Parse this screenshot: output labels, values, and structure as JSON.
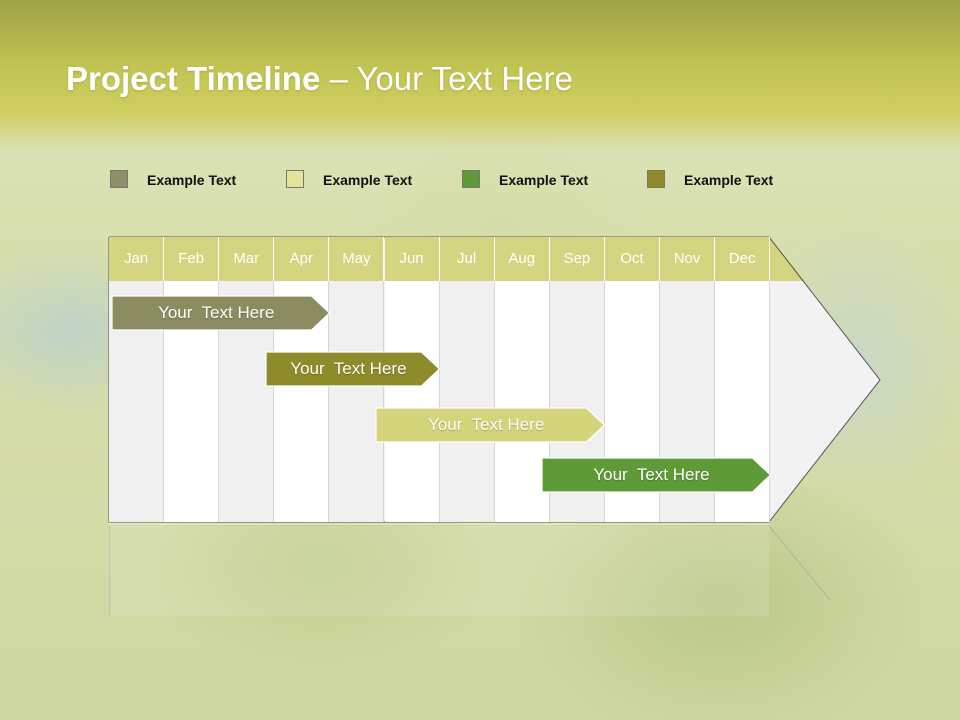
{
  "slide": {
    "title_main": "Project Timeline",
    "title_sep": " – ",
    "title_sub": "Your Text Here"
  },
  "legend": [
    {
      "label": "Example Text",
      "color": "#8e8f6a"
    },
    {
      "label": "Example Text",
      "color": "#e3e39a"
    },
    {
      "label": "Example Text",
      "color": "#5e9a37"
    },
    {
      "label": "Example Text",
      "color": "#8e8c2a"
    }
  ],
  "timeline": {
    "months": [
      "Jan",
      "Feb",
      "Mar",
      "Apr",
      "May",
      "Jun",
      "Jul",
      "Aug",
      "Sep",
      "Oct",
      "Nov",
      "Dec"
    ],
    "header_color": "#d5d481",
    "tasks": [
      {
        "label": "Your  Text Here",
        "color": "#8b8d60",
        "start_month": 1.0,
        "end_month": 4.0
      },
      {
        "label": "Your  Text Here",
        "color": "#8e8c2a",
        "start_month": 3.8,
        "end_month": 6.0
      },
      {
        "label": "Your  Text Here",
        "color": "#d4d47a",
        "start_month": 5.8,
        "end_month": 9.0
      },
      {
        "label": "Your  Text Here",
        "color": "#5e9a37",
        "start_month": 8.8,
        "end_month": 12.0
      }
    ]
  }
}
